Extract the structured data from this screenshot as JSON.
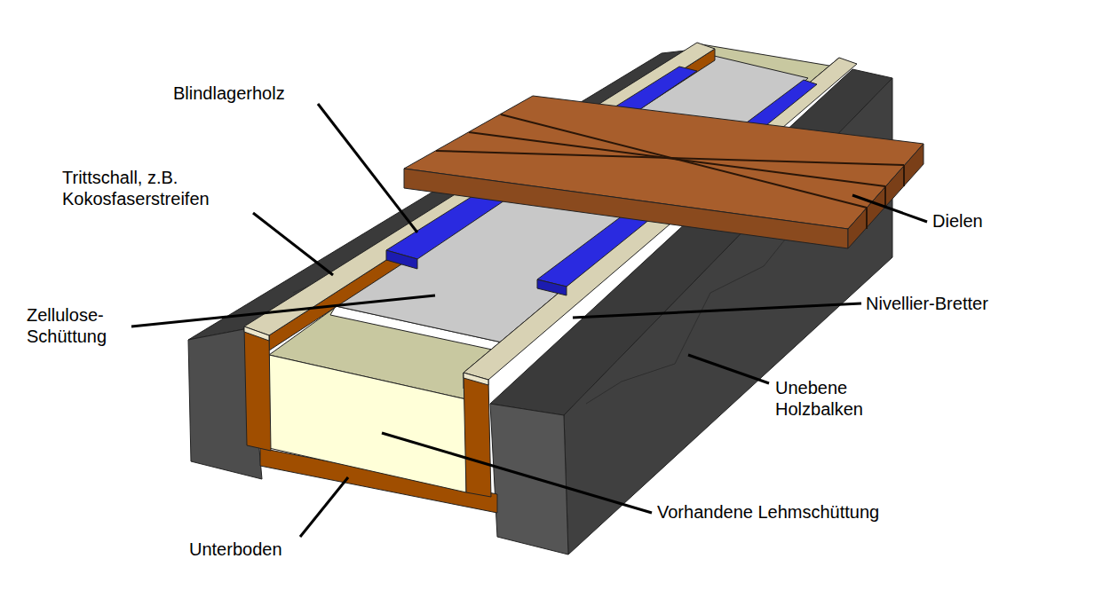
{
  "diagram": {
    "labels": [
      "Blindlagerholz",
      "Trittschall, z.B. Kokosfaserstreifen",
      "Zellulose- Schüttung",
      "Dielen",
      "Nivellier-Bretter",
      "Unebene Holzbalken",
      "Vorhandene Lehmschüttung",
      "Unterboden"
    ]
  }
}
